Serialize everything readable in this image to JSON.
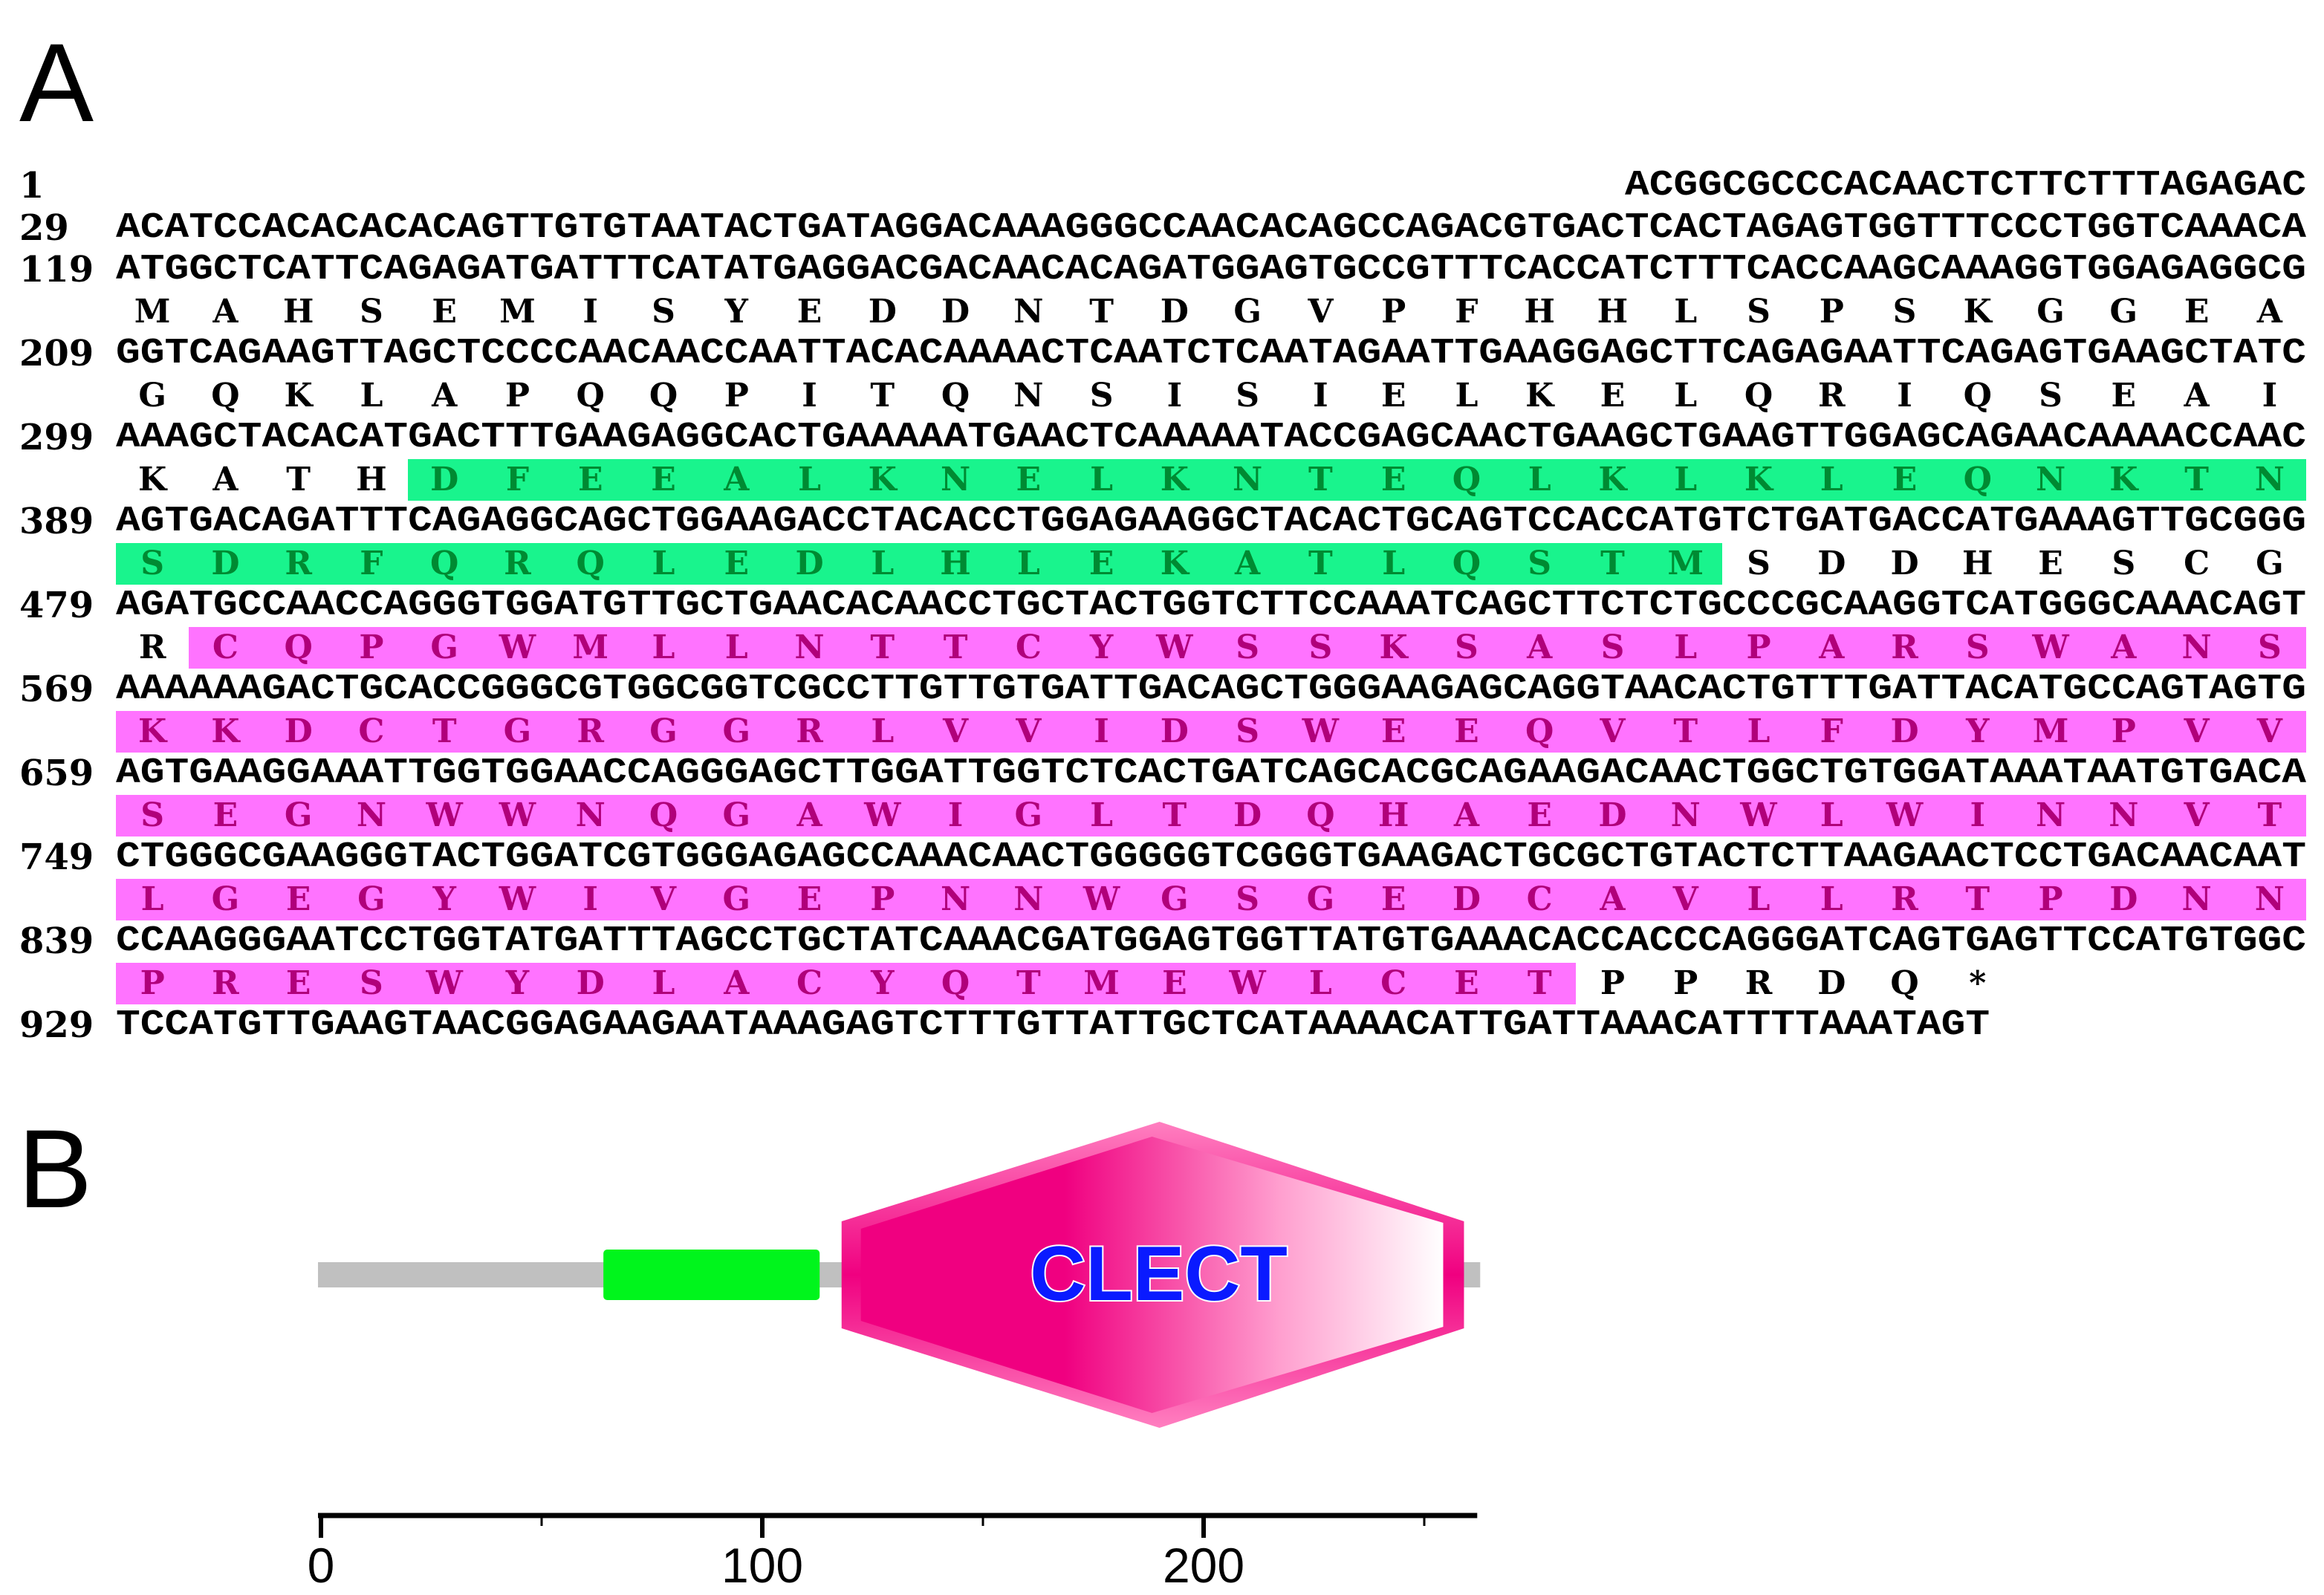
{
  "panels": {
    "a": "A",
    "b": "B"
  },
  "sequence": {
    "rows": [
      {
        "pos": "1",
        "nt": "ACGGCGCCCACAACTCTTCTTTAGAGAC",
        "align": "right"
      },
      {
        "pos": "29",
        "nt": "ACATCCACACACACAGTTGTGTAATACTGATAGGACAAAGGGCCAACACAGCCAGACGTGACTCACTAGAGTGGTTTCCCTGGTCAAACA"
      },
      {
        "pos": "119",
        "nt": "ATGGCTCATTCAGAGATGATTTCATATGAGGACGACAACACAGATGGAGTGCCGTTTCACCATCTTTCACCAAGCAAAGGTGGAGAGGCG",
        "aa": "MAHSEMISYEDDNTDGVPFHHLSPSKGGEA",
        "green": [],
        "magenta": []
      },
      {
        "pos": "209",
        "nt": "GGTCAGAAGTTAGCTCCCCAACAACCAATTACACAAAACTCAATCTCAATAGAATTGAAGGAGCTTCAGAGAATTCAGAGTGAAGCTATC",
        "aa": "GQKLAPQQPITQNSISIELKELQRIQSEAI",
        "green": [],
        "magenta": []
      },
      {
        "pos": "299",
        "nt": "AAAGCTACACATGACTTTGAAGAGGCACTGAAAAATGAACTCAAAAATACCGAGCAACTGAAGCTGAAGTTGGAGCAGAACAAAACCAAC",
        "aa": "KATHDFEEALKNELKNTEQLKLKLEQNKTN",
        "green": [
          4,
          29
        ],
        "magenta": []
      },
      {
        "pos": "389",
        "nt": "AGTGACAGATTTCAGAGGCAGCTGGAAGACCTACACCTGGAGAAGGCTACACTGCAGTCCACCATGTCTGATGACCATGAAAGTTGCGGG",
        "aa": "SDRFQRQLEDLHLEKATLQSTMSDDHESCG",
        "green": [
          0,
          21
        ],
        "magenta": []
      },
      {
        "pos": "479",
        "nt": "AGATGCCAACCAGGGTGGATGTTGCTGAACACAACCTGCTACTGGTCTTCCAAATCAGCTTCTCTGCCCGCAAGGTCATGGGCAAACAGT",
        "aa": "RCQPGWMLLNTTCYWSSKSASLPARSWANS",
        "green": [],
        "magenta": [
          1,
          29
        ]
      },
      {
        "pos": "569",
        "nt": "AAAAAAGACTGCACCGGGCGTGGCGGTCGCCTTGTTGTGATTGACAGCTGGGAAGAGCAGGTAACACTGTTTGATTACATGCCAGTAGTG",
        "aa": "KKDCTGRGGRLVVIDSWEEQVTLFDYMPVV",
        "green": [],
        "magenta": [
          0,
          29
        ]
      },
      {
        "pos": "659",
        "nt": "AGTGAAGGAAATTGGTGGAACCAGGGAGCTTGGATTGGTCTCACTGATCAGCACGCAGAAGACAACTGGCTGTGGATAAATAATGTGACA",
        "aa": "SEGNWWNQGAWIGLTDQHAEDNWLWINNVT",
        "green": [],
        "magenta": [
          0,
          29
        ]
      },
      {
        "pos": "749",
        "nt": "CTGGGCGAAGGGTACTGGATCGTGGGAGAGCCAAACAACTGGGGGTCGGGTGAAGACTGCGCTGTACTCTTAAGAACTCCTGACAACAAT",
        "aa": "LGEGYWIVGEPNNWGSGEDCAVLLRTPDNN",
        "green": [],
        "magenta": [
          0,
          29
        ]
      },
      {
        "pos": "839",
        "nt": "CCAAGGGAATCCTGGTATGATTTAGCCTGCTATCAAACGATGGAGTGGTTATGTGAAACACCACCCAGGGATCAGTGAGTTCCATGTGGC",
        "aa": "PRESWYDLACYQTMEWLCETPPRDQ*",
        "green": [],
        "magenta": [
          0,
          19
        ]
      },
      {
        "pos": "929",
        "nt": "TCCATGTTGAAGTAACGGAGAAGAATAAAGAGTCTTTGTTATTGCTCATAAAACATTGATTAAACATTTTAAATAGT"
      }
    ]
  },
  "domain_diagram": {
    "length": 262,
    "coiled_coil": {
      "start": 64,
      "end": 113,
      "color": "#00f51c"
    },
    "clect": {
      "label": "CLECT",
      "start": 121,
      "end": 259,
      "color": "#f00080"
    },
    "backbone_color": "#c0c0c0",
    "axis": {
      "ticks": [
        0,
        100,
        200
      ],
      "tick_labels": [
        "0",
        "100",
        "200"
      ],
      "max": 262
    }
  }
}
